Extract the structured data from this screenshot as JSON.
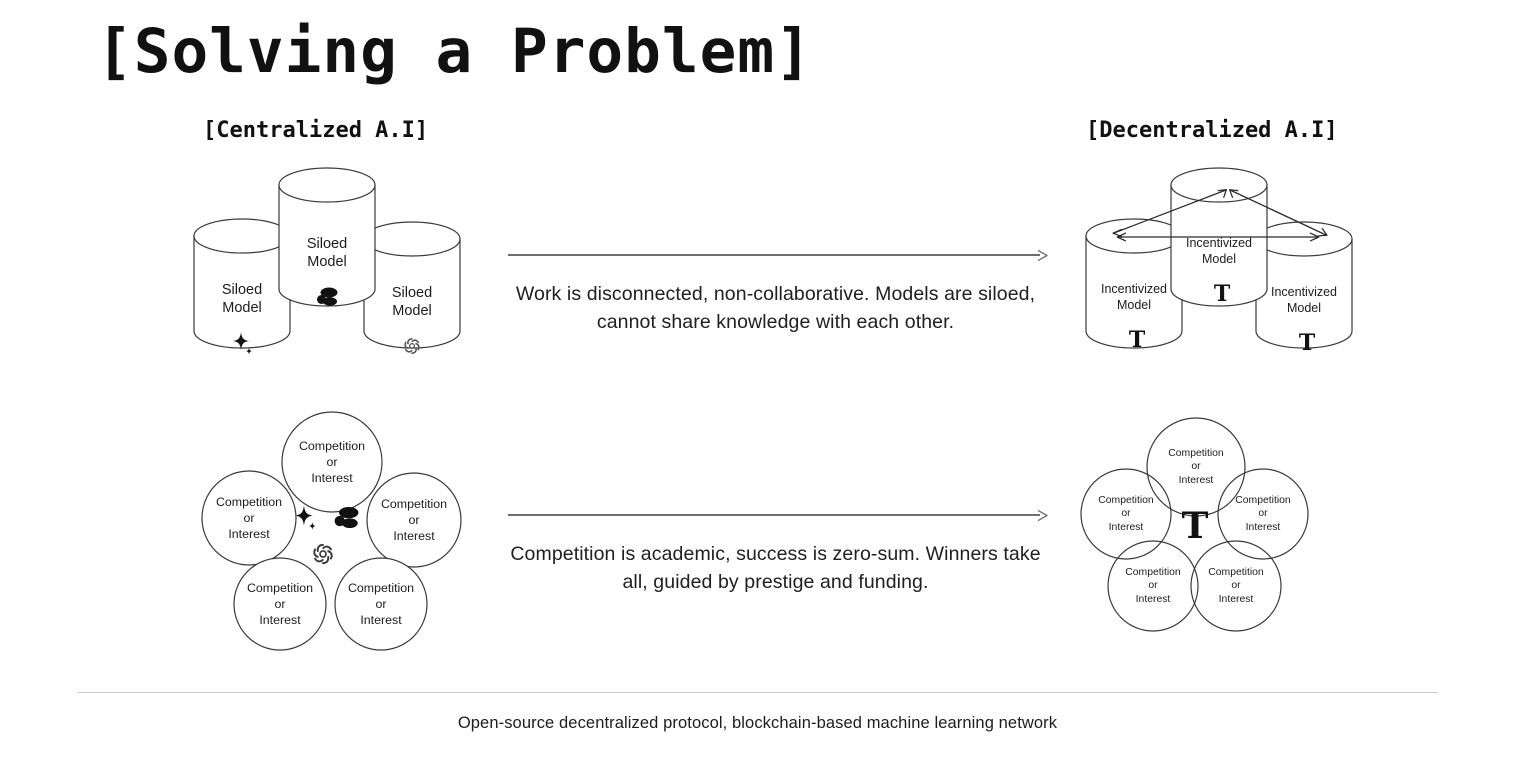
{
  "slide": {
    "title": "[Solving a Problem]",
    "background_color": "#ffffff",
    "text_color": "#1a1a1a",
    "stroke_color": "#3a3a3a"
  },
  "columns": {
    "left_title": "[Centralized A.I]",
    "right_title": "[Decentralized A.I]"
  },
  "row_top": {
    "caption_line1": "Work is disconnected, non-collaborative. Models are siloed,",
    "caption_line2": "cannot share knowledge with each other.",
    "arrow_icon": "right-arrow-icon",
    "left": {
      "cylinders": [
        {
          "label_line1": "Siloed",
          "label_line2": "Model",
          "icon": "gemini-sparkle-icon"
        },
        {
          "label_line1": "Siloed",
          "label_line2": "Model",
          "icon": "claude-blob-icon"
        },
        {
          "label_line1": "Siloed",
          "label_line2": "Model",
          "icon": "openai-swirl-icon"
        }
      ]
    },
    "right": {
      "cylinders": [
        {
          "label_line1": "Incentivized",
          "label_line2": "Model",
          "icon": "bittensor-t-icon",
          "icon_text": "T"
        },
        {
          "label_line1": "Incentivized",
          "label_line2": "Model",
          "icon": "bittensor-t-icon",
          "icon_text": "T"
        },
        {
          "label_line1": "Incentivized",
          "label_line2": "Model",
          "icon": "bittensor-t-icon",
          "icon_text": "T"
        }
      ],
      "connector_icon": "double-headed-arrow-icon"
    }
  },
  "row_bottom": {
    "caption_line1": "Competition is academic, success is zero-sum. Winners take",
    "caption_line2": "all, guided by prestige and funding.",
    "arrow_icon": "right-arrow-icon",
    "left": {
      "circle_label_line1": "Competition",
      "circle_label_line2": "or",
      "circle_label_line3": "Interest",
      "circle_count": 5,
      "center_icons": [
        "gemini-sparkle-icon",
        "claude-blob-icon",
        "openai-swirl-icon"
      ]
    },
    "right": {
      "circle_label_line1": "Competition",
      "circle_label_line2": "or",
      "circle_label_line3": "Interest",
      "circle_count": 5,
      "center_icon": "bittensor-t-icon",
      "center_icon_text": "T"
    }
  },
  "footer": {
    "text": "Open-source decentralized protocol, blockchain-based machine learning network"
  }
}
